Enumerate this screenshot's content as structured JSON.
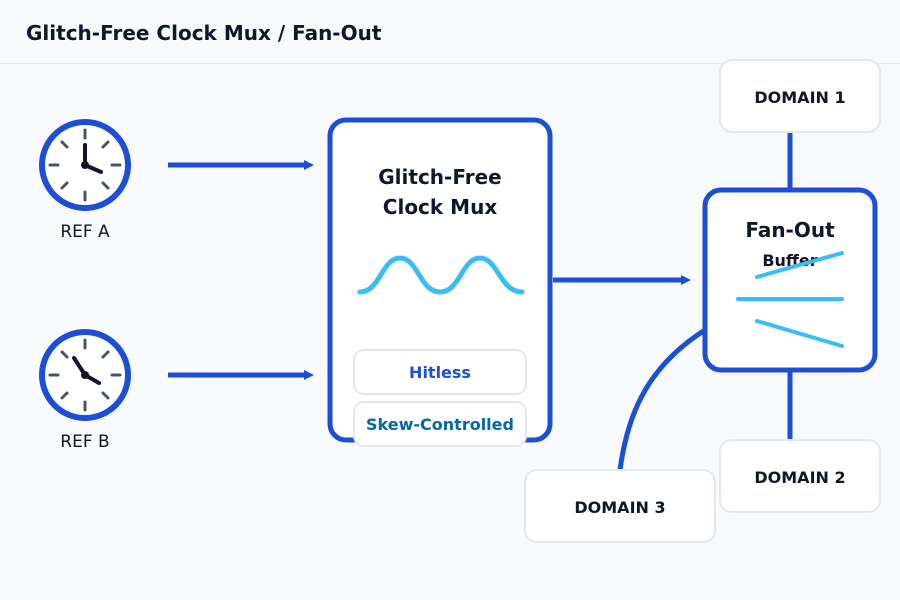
{
  "header": {
    "title": "Glitch-Free Clock Mux / Fan-Out"
  },
  "sources": [
    {
      "label": "REF A",
      "icon": "clock-icon"
    },
    {
      "label": "REF B",
      "icon": "clock-icon"
    }
  ],
  "mux": {
    "title_line1": "Glitch-Free",
    "title_line2": "Clock Mux",
    "icon": "sine-wave-icon",
    "badges": [
      "Hitless",
      "Skew-Controlled"
    ]
  },
  "fanout": {
    "title_line1": "Fan-Out",
    "title_line2": "Buffer",
    "icon": "fan-out-lines-icon"
  },
  "domains": [
    "DOMAIN 1",
    "DOMAIN 2",
    "DOMAIN 3"
  ],
  "colors": {
    "accent": "#1d4ed8",
    "accent_light": "#38bdf8",
    "text_dark": "#0f172a",
    "badge_text_1": "#1d4ed8",
    "badge_text_2": "#0369a1",
    "card_border": "#e2e8f0",
    "background": "#f8fafc"
  }
}
